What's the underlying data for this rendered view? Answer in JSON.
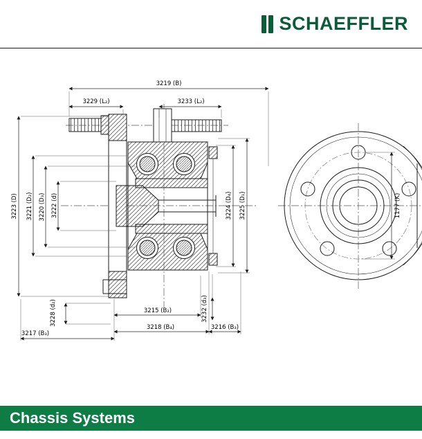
{
  "header": {
    "brand": "SCHAEFFLER"
  },
  "footer": {
    "title": "Chassis Systems"
  },
  "colors": {
    "brand_green": "#0C5B3B",
    "banner_green": "#0E7C45"
  },
  "drawing": {
    "description": "Wheel hub bearing unit: cross-section view (left) and flange front view (right) with dimension callouts",
    "dims": {
      "n3219": "3219 (B)",
      "n3229": "3229 (L₂)",
      "n3233": "3233 (L₂)",
      "n3223": "3223 (D)",
      "n3221": "3221 (D₂)",
      "n3220": "3220 (D₃)",
      "n3222": "3222 (d)",
      "n3224": "3224 (D₄)",
      "n3225": "3225 (D₁)",
      "n3228": "3228 (d₂)",
      "n3232": "3232 (d₃)",
      "n3217": "3217 (B₃)",
      "n3215": "3215 (B₂)",
      "n3218": "3218 (B₄)",
      "n3216": "3216 (B₃)",
      "n1177": "1177 (K)"
    }
  }
}
